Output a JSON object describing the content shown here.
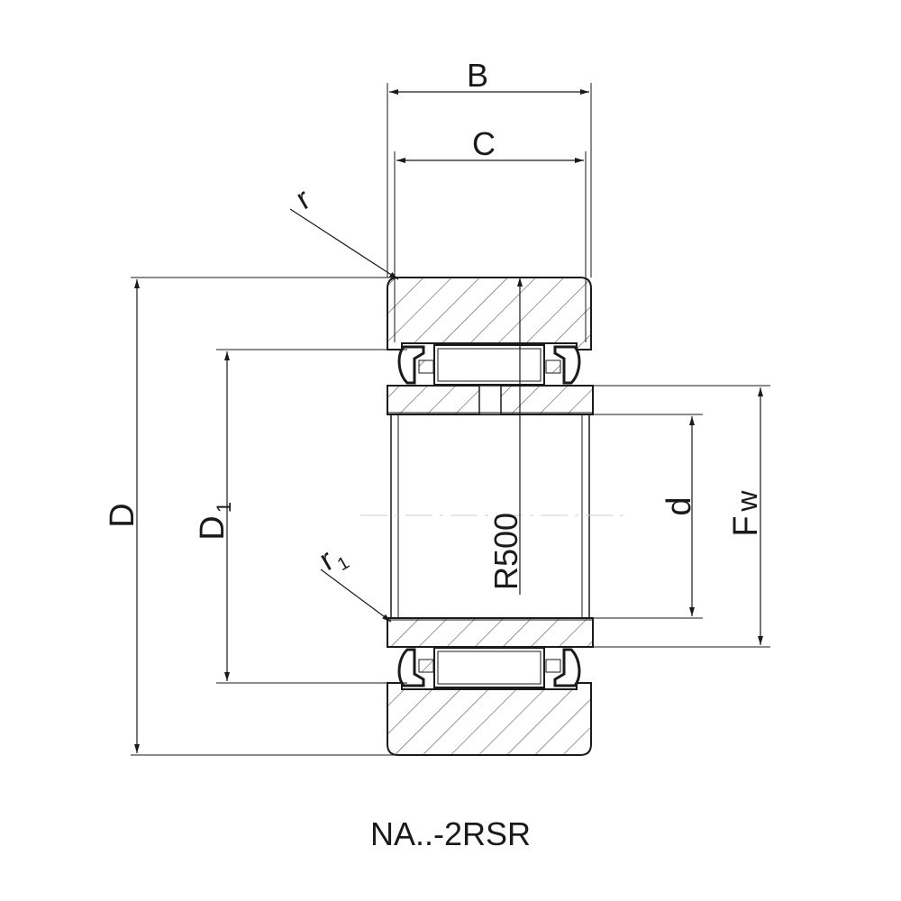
{
  "caption": "NA..-2RSR",
  "labels": {
    "B": "B",
    "C": "C",
    "D": "D",
    "D1_main": "D",
    "D1_sub": "1",
    "r": "r",
    "r1_main": "r",
    "r1_sub": "1",
    "d": "d",
    "Fw_main": "F",
    "Fw_sub": "w",
    "R500": "R500"
  },
  "colors": {
    "line": "#1a1a1a",
    "hatch": "#444444"
  }
}
